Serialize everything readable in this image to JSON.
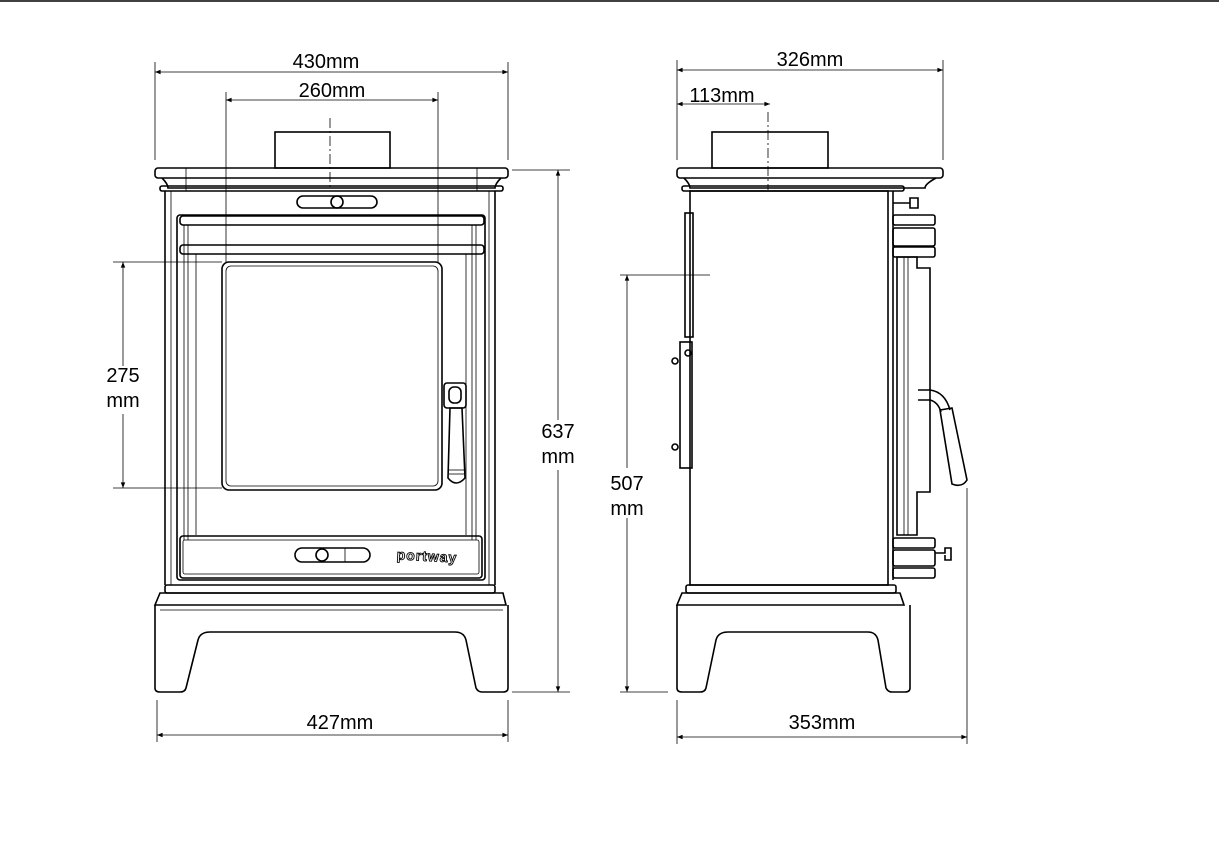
{
  "front_view": {
    "width_top": "430mm",
    "door_width": "260mm",
    "glass_height_value": "275",
    "glass_height_unit": "mm",
    "total_height_value": "637",
    "total_height_unit": "mm",
    "width_base": "427mm",
    "logo": "portway"
  },
  "side_view": {
    "depth_top": "326mm",
    "flue_offset": "113mm",
    "flue_height_value": "507",
    "flue_height_unit": "mm",
    "depth_total": "353mm"
  }
}
